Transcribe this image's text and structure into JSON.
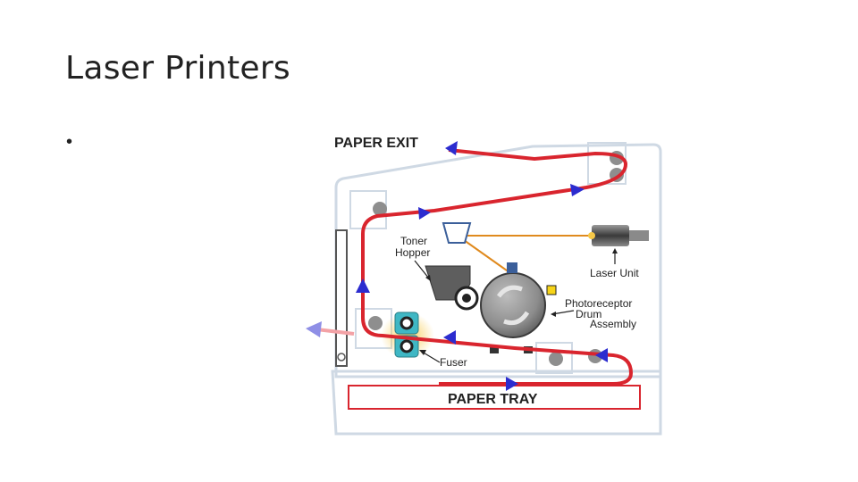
{
  "slide": {
    "title": "Laser Printers",
    "bullet": "•"
  },
  "diagram": {
    "labels": {
      "paper_exit": "PAPER EXIT",
      "paper_tray": "PAPER TRAY",
      "toner_line1": "Toner",
      "toner_line2": "Hopper",
      "laser_unit": "Laser Unit",
      "photo_line1": "Photoreceptor",
      "photo_line2": "Drum",
      "photo_line3": "Assembly",
      "fuser": "Fuser"
    },
    "colors": {
      "paper_path": "#d9252e",
      "arrow": "#2c2ccf",
      "casing": "#cfd9e4",
      "laser_beam": "#e08a1e",
      "fuser_roller": "#3fb7c4",
      "heat_glow": "#f7c948",
      "drum": "#8c8c8c"
    }
  }
}
